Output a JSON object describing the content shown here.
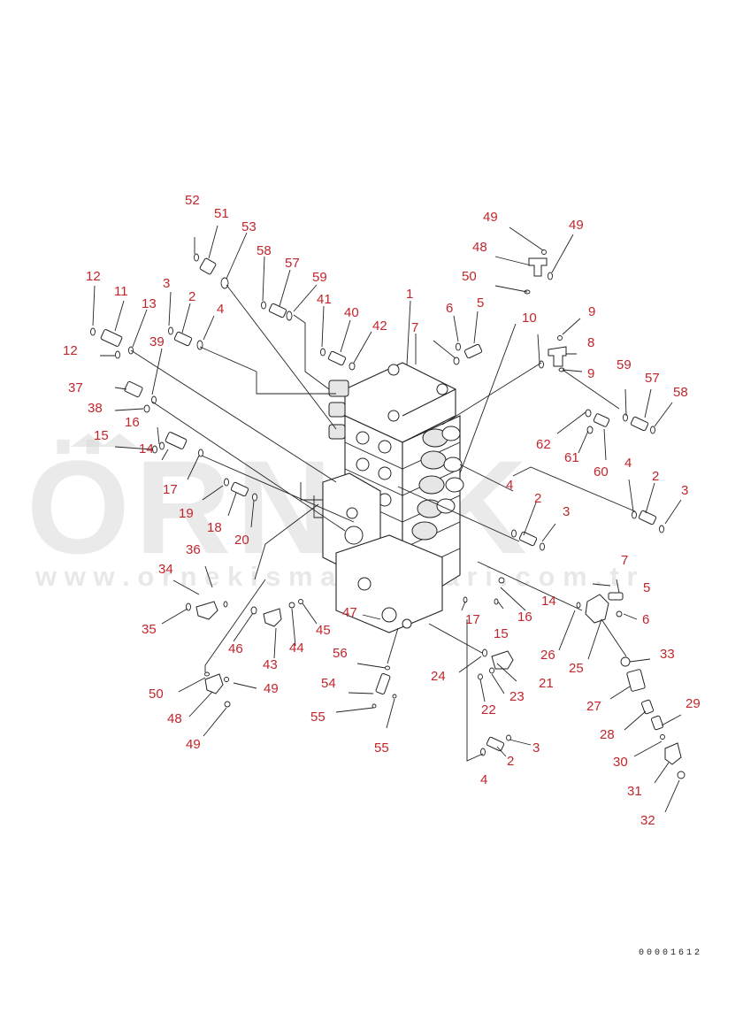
{
  "watermark": {
    "brand": "ÖRNEK",
    "site": "w w w . o r n e k i s m a k i n a l a r i . c o m . t r"
  },
  "drawing_number": "00001612",
  "callouts": [
    {
      "id": "c52",
      "text": "52"
    },
    {
      "id": "c51",
      "text": "51"
    },
    {
      "id": "c53",
      "text": "53"
    },
    {
      "id": "c58a",
      "text": "58"
    },
    {
      "id": "c57a",
      "text": "57"
    },
    {
      "id": "c59a",
      "text": "59"
    },
    {
      "id": "c12a",
      "text": "12"
    },
    {
      "id": "c11",
      "text": "11"
    },
    {
      "id": "c3a",
      "text": "3"
    },
    {
      "id": "c2a",
      "text": "2"
    },
    {
      "id": "c13",
      "text": "13"
    },
    {
      "id": "c4a",
      "text": "4"
    },
    {
      "id": "c41",
      "text": "41"
    },
    {
      "id": "c1",
      "text": "1"
    },
    {
      "id": "c49a",
      "text": "49"
    },
    {
      "id": "c49b",
      "text": "49"
    },
    {
      "id": "c48a",
      "text": "48"
    },
    {
      "id": "c50a",
      "text": "50"
    },
    {
      "id": "c6a",
      "text": "6"
    },
    {
      "id": "c5a",
      "text": "5"
    },
    {
      "id": "c40",
      "text": "40"
    },
    {
      "id": "c42",
      "text": "42"
    },
    {
      "id": "c7a",
      "text": "7"
    },
    {
      "id": "c10",
      "text": "10"
    },
    {
      "id": "c9a",
      "text": "9"
    },
    {
      "id": "c8",
      "text": "8"
    },
    {
      "id": "c9b",
      "text": "9"
    },
    {
      "id": "c12b",
      "text": "12"
    },
    {
      "id": "c39",
      "text": "39"
    },
    {
      "id": "c37",
      "text": "37"
    },
    {
      "id": "c38",
      "text": "38"
    },
    {
      "id": "c16a",
      "text": "16"
    },
    {
      "id": "c15a",
      "text": "15"
    },
    {
      "id": "c14a",
      "text": "14"
    },
    {
      "id": "c59b",
      "text": "59"
    },
    {
      "id": "c57b",
      "text": "57"
    },
    {
      "id": "c58b",
      "text": "58"
    },
    {
      "id": "c62",
      "text": "62"
    },
    {
      "id": "c61",
      "text": "61"
    },
    {
      "id": "c60",
      "text": "60"
    },
    {
      "id": "c17a",
      "text": "17"
    },
    {
      "id": "c19",
      "text": "19"
    },
    {
      "id": "c18",
      "text": "18"
    },
    {
      "id": "c20",
      "text": "20"
    },
    {
      "id": "c4b",
      "text": "4"
    },
    {
      "id": "c4c",
      "text": "4"
    },
    {
      "id": "c2b",
      "text": "2"
    },
    {
      "id": "c3b",
      "text": "3"
    },
    {
      "id": "c2c",
      "text": "2"
    },
    {
      "id": "c3c",
      "text": "3"
    },
    {
      "id": "c36",
      "text": "36"
    },
    {
      "id": "c34",
      "text": "34"
    },
    {
      "id": "c7b",
      "text": "7"
    },
    {
      "id": "c5b",
      "text": "5"
    },
    {
      "id": "c14b",
      "text": "14"
    },
    {
      "id": "c6b",
      "text": "6"
    },
    {
      "id": "c47",
      "text": "47"
    },
    {
      "id": "c17b",
      "text": "17"
    },
    {
      "id": "c16b",
      "text": "16"
    },
    {
      "id": "c15b",
      "text": "15"
    },
    {
      "id": "c35",
      "text": "35"
    },
    {
      "id": "c46",
      "text": "46"
    },
    {
      "id": "c43",
      "text": "43"
    },
    {
      "id": "c44",
      "text": "44"
    },
    {
      "id": "c45",
      "text": "45"
    },
    {
      "id": "c26",
      "text": "26"
    },
    {
      "id": "c25",
      "text": "25"
    },
    {
      "id": "c33",
      "text": "33"
    },
    {
      "id": "c56",
      "text": "56"
    },
    {
      "id": "c24",
      "text": "24"
    },
    {
      "id": "c21",
      "text": "21"
    },
    {
      "id": "c54",
      "text": "54"
    },
    {
      "id": "c23",
      "text": "23"
    },
    {
      "id": "c22",
      "text": "22"
    },
    {
      "id": "c50b",
      "text": "50"
    },
    {
      "id": "c49c",
      "text": "49"
    },
    {
      "id": "c48b",
      "text": "48"
    },
    {
      "id": "c49d",
      "text": "49"
    },
    {
      "id": "c55a",
      "text": "55"
    },
    {
      "id": "c55b",
      "text": "55"
    },
    {
      "id": "c27",
      "text": "27"
    },
    {
      "id": "c29",
      "text": "29"
    },
    {
      "id": "c28",
      "text": "28"
    },
    {
      "id": "c3d",
      "text": "3"
    },
    {
      "id": "c2d",
      "text": "2"
    },
    {
      "id": "c30",
      "text": "30"
    },
    {
      "id": "c4d",
      "text": "4"
    },
    {
      "id": "c31",
      "text": "31"
    },
    {
      "id": "c32",
      "text": "32"
    }
  ]
}
